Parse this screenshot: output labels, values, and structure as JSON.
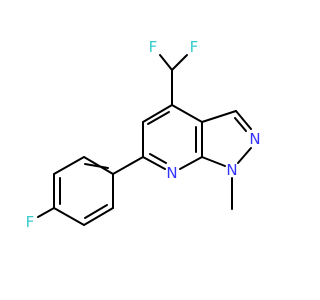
{
  "molecule": {
    "atoms": [
      {
        "id": "F1",
        "symbol": "F",
        "color": "#33cccc"
      },
      {
        "id": "F2",
        "symbol": "F",
        "color": "#33cccc"
      },
      {
        "id": "N1",
        "symbol": "N",
        "color": "#3333ff"
      },
      {
        "id": "N7",
        "symbol": "N",
        "color": "#3333ff"
      },
      {
        "id": "N1m",
        "symbol": "N",
        "color": "#3333ff"
      },
      {
        "id": "F3",
        "symbol": "F",
        "color": "#33cccc"
      }
    ],
    "bond_color": "#000000"
  }
}
